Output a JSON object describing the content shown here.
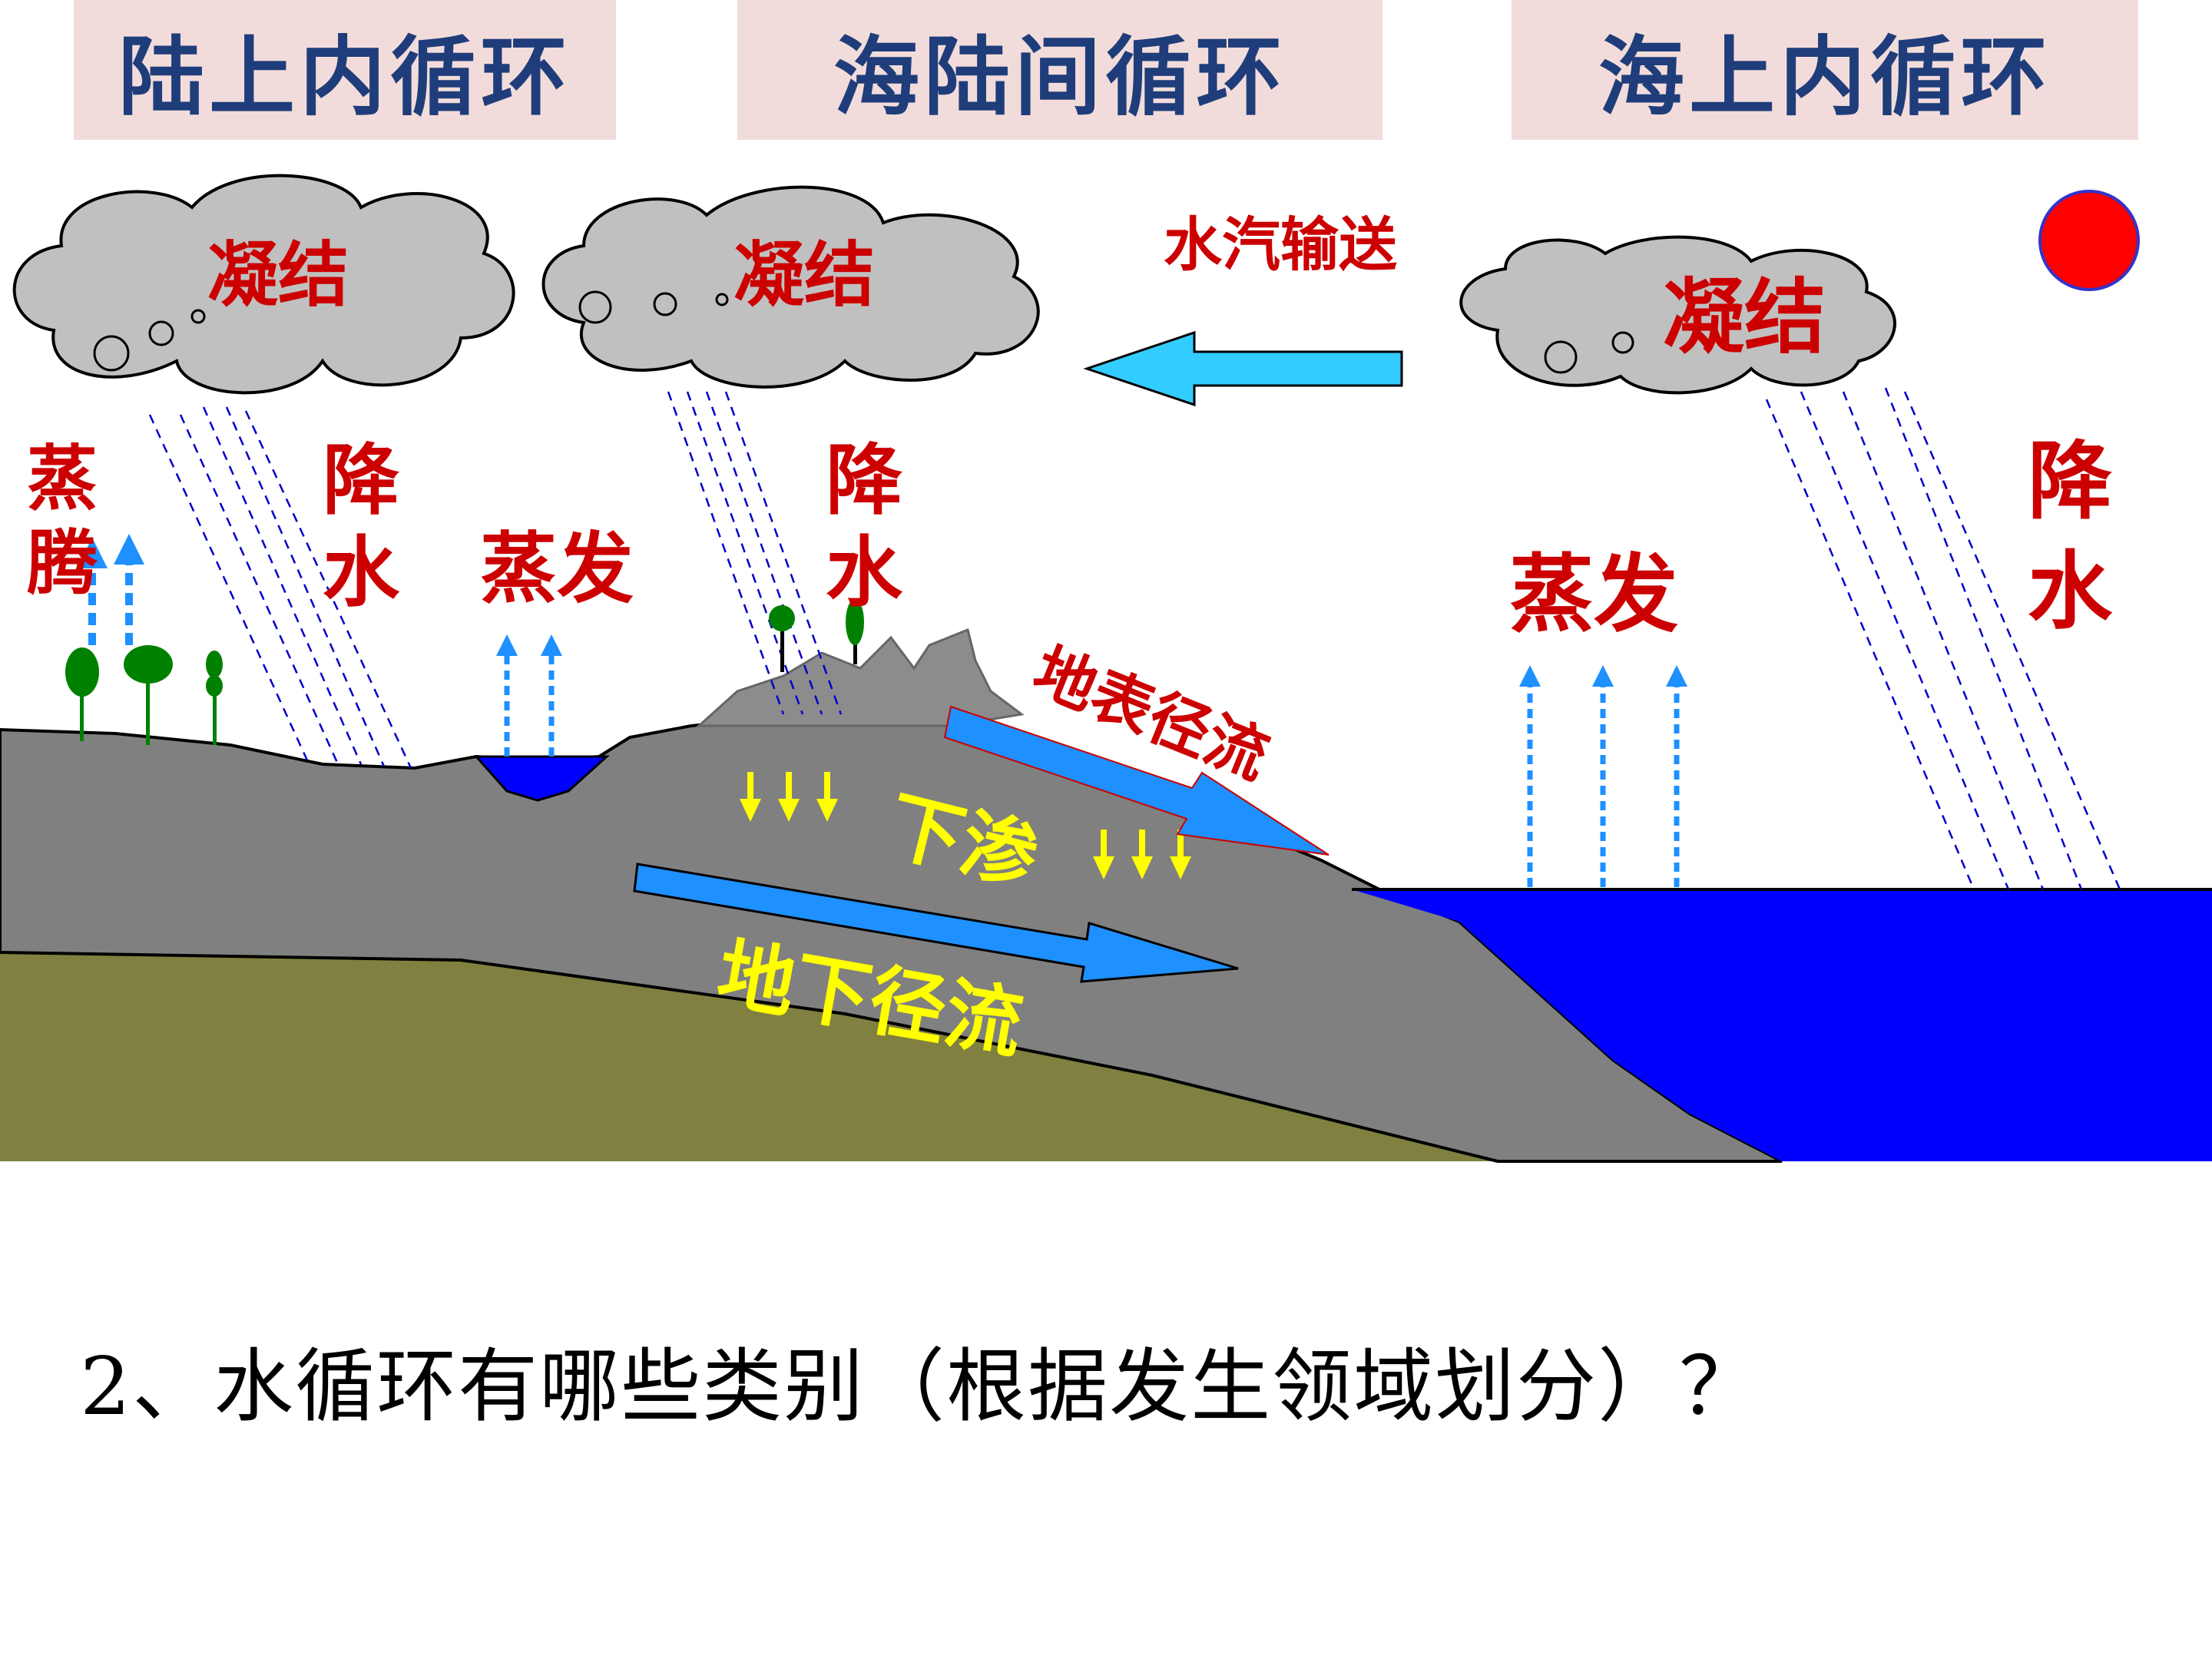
{
  "headers": {
    "land": "陆上内循环",
    "sea_land": "海陆间循环",
    "sea": "海上内循环"
  },
  "labels": {
    "condense_1": "凝结",
    "condense_2": "凝结",
    "condense_3": "凝结",
    "transpiration_1": "蒸",
    "transpiration_2": "腾",
    "precip_left_1": "降",
    "precip_left_2": "水",
    "evap_lake": "蒸发",
    "precip_mid_1": "降",
    "precip_mid_2": "水",
    "vapor_transport": "水汽输送",
    "evap_sea": "蒸发",
    "precip_right_1": "降",
    "precip_right_2": "水",
    "surface_runoff": "地表径流",
    "infiltration": "下渗",
    "groundwater_runoff": "地下径流"
  },
  "question": "2、水循环有哪些类别（根据发生领域划分）？",
  "colors": {
    "header_bg": "#f2dcdb",
    "header_text": "#1f3d7a",
    "label_red": "#cc0000",
    "label_yellow": "#ffff00",
    "cloud": "#c0c0c0",
    "land": "#808080",
    "bedrock": "#808040",
    "sea": "#0000ff",
    "arrow_blue": "#1e90ff",
    "arrow_cyan": "#33ccff",
    "sun": "#ff0000",
    "tree": "#008000"
  }
}
